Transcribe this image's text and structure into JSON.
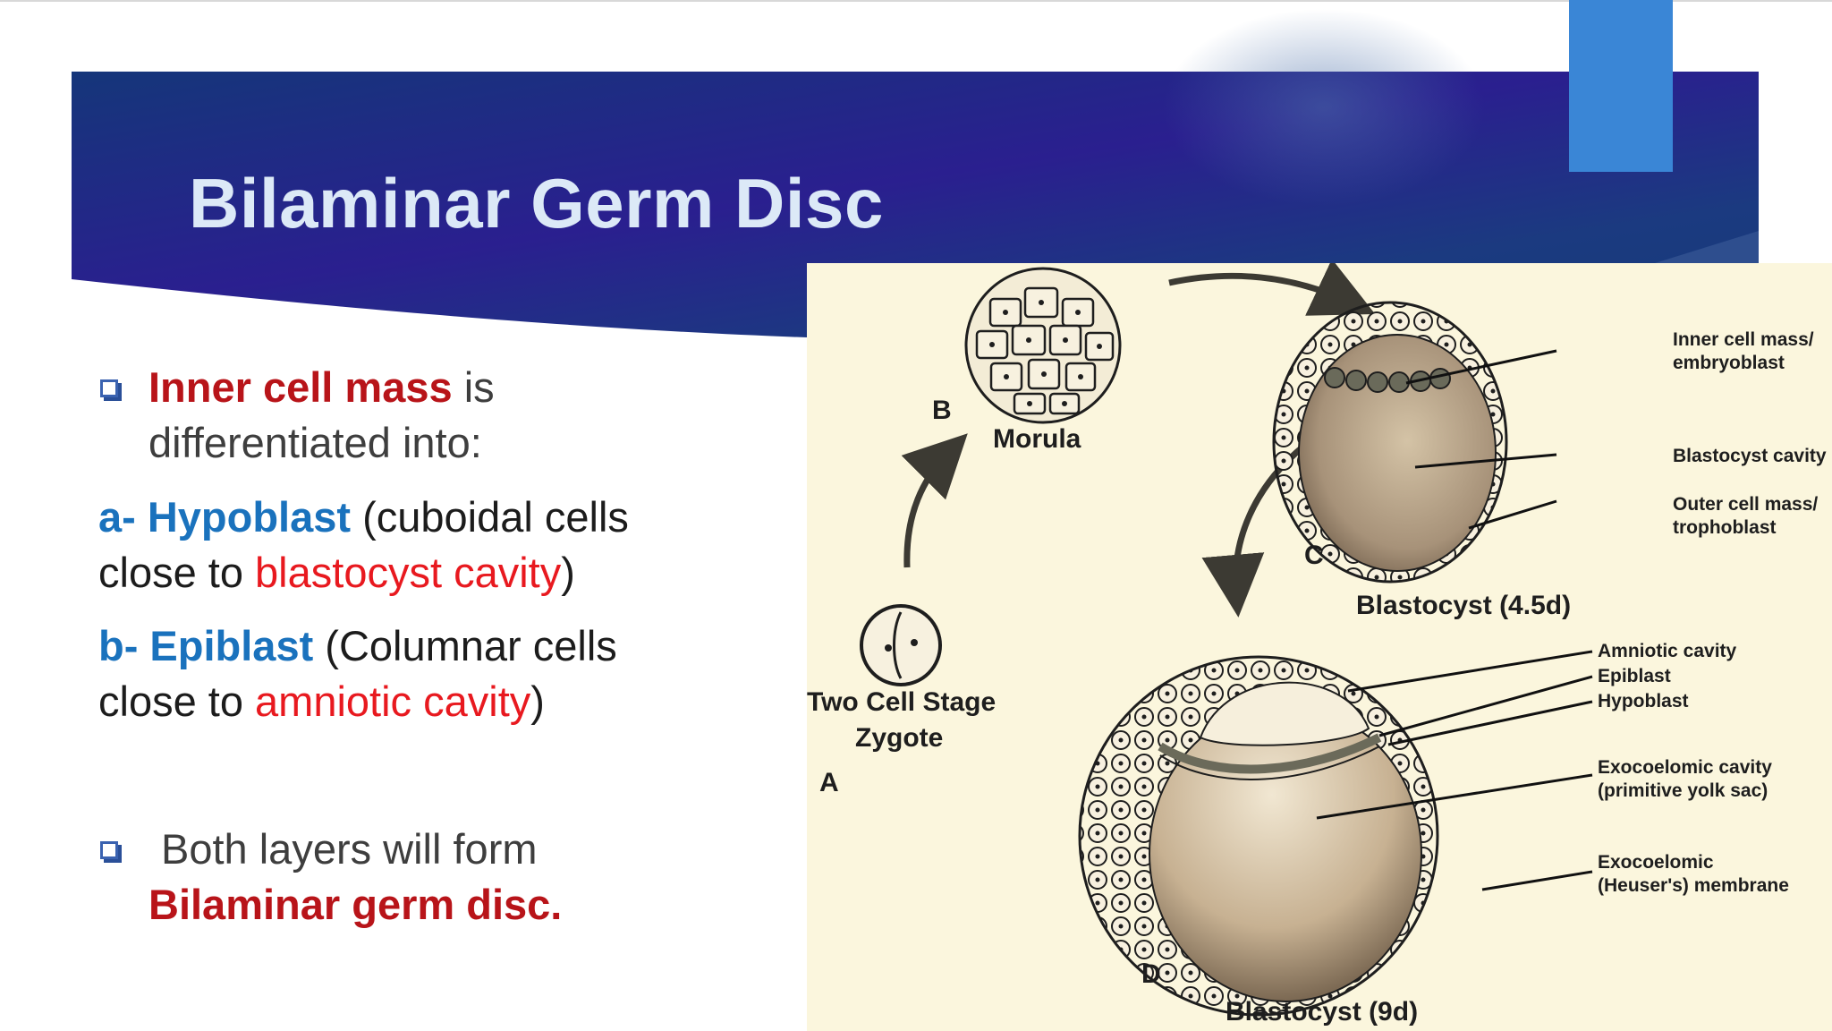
{
  "slide": {
    "title": "Bilaminar Germ Disc",
    "accent_color": "#3a86d6",
    "band_color": "#1c2f7a"
  },
  "content": {
    "item1": {
      "term": "Inner cell mass",
      "rest_line1": " is",
      "line2": "differentiated into:"
    },
    "item_a": {
      "prefix": "a- Hypoblast",
      "text1": " (cuboidal  cells",
      "text2": "close to ",
      "highlight": "blastocyst cavity",
      "close": ")"
    },
    "item_b": {
      "prefix": "b- Epiblast",
      "text1": " (Columnar cells",
      "text2": "close to ",
      "highlight": "amniotic cavity",
      "close": ")"
    },
    "item2": {
      "line1": "Both layers will form",
      "line2": "Bilaminar germ disc."
    }
  },
  "figure": {
    "labels": {
      "A": "A",
      "B": "B",
      "C": "C",
      "D": "D",
      "morula": "Morula",
      "two_cell_1": "Two Cell Stage",
      "two_cell_2": "Zygote",
      "blastocyst_45": "Blastocyst (4.5d)",
      "blastocyst_9": "Blastocyst (9d)",
      "inner_cell_mass_1": "Inner cell mass/",
      "inner_cell_mass_2": "embryoblast",
      "blastocyst_cavity": "Blastocyst cavity",
      "outer_cell_mass_1": "Outer cell mass/",
      "outer_cell_mass_2": "trophoblast",
      "amniotic_cavity": "Amniotic cavity",
      "epiblast": "Epiblast",
      "hypoblast": "Hypoblast",
      "exocoelomic_cavity_1": "Exocoelomic cavity",
      "exocoelomic_cavity_2": "(primitive yolk sac)",
      "exocoelomic_membrane_1": "Exocoelomic",
      "exocoelomic_membrane_2": "(Heuser's) membrane"
    }
  }
}
